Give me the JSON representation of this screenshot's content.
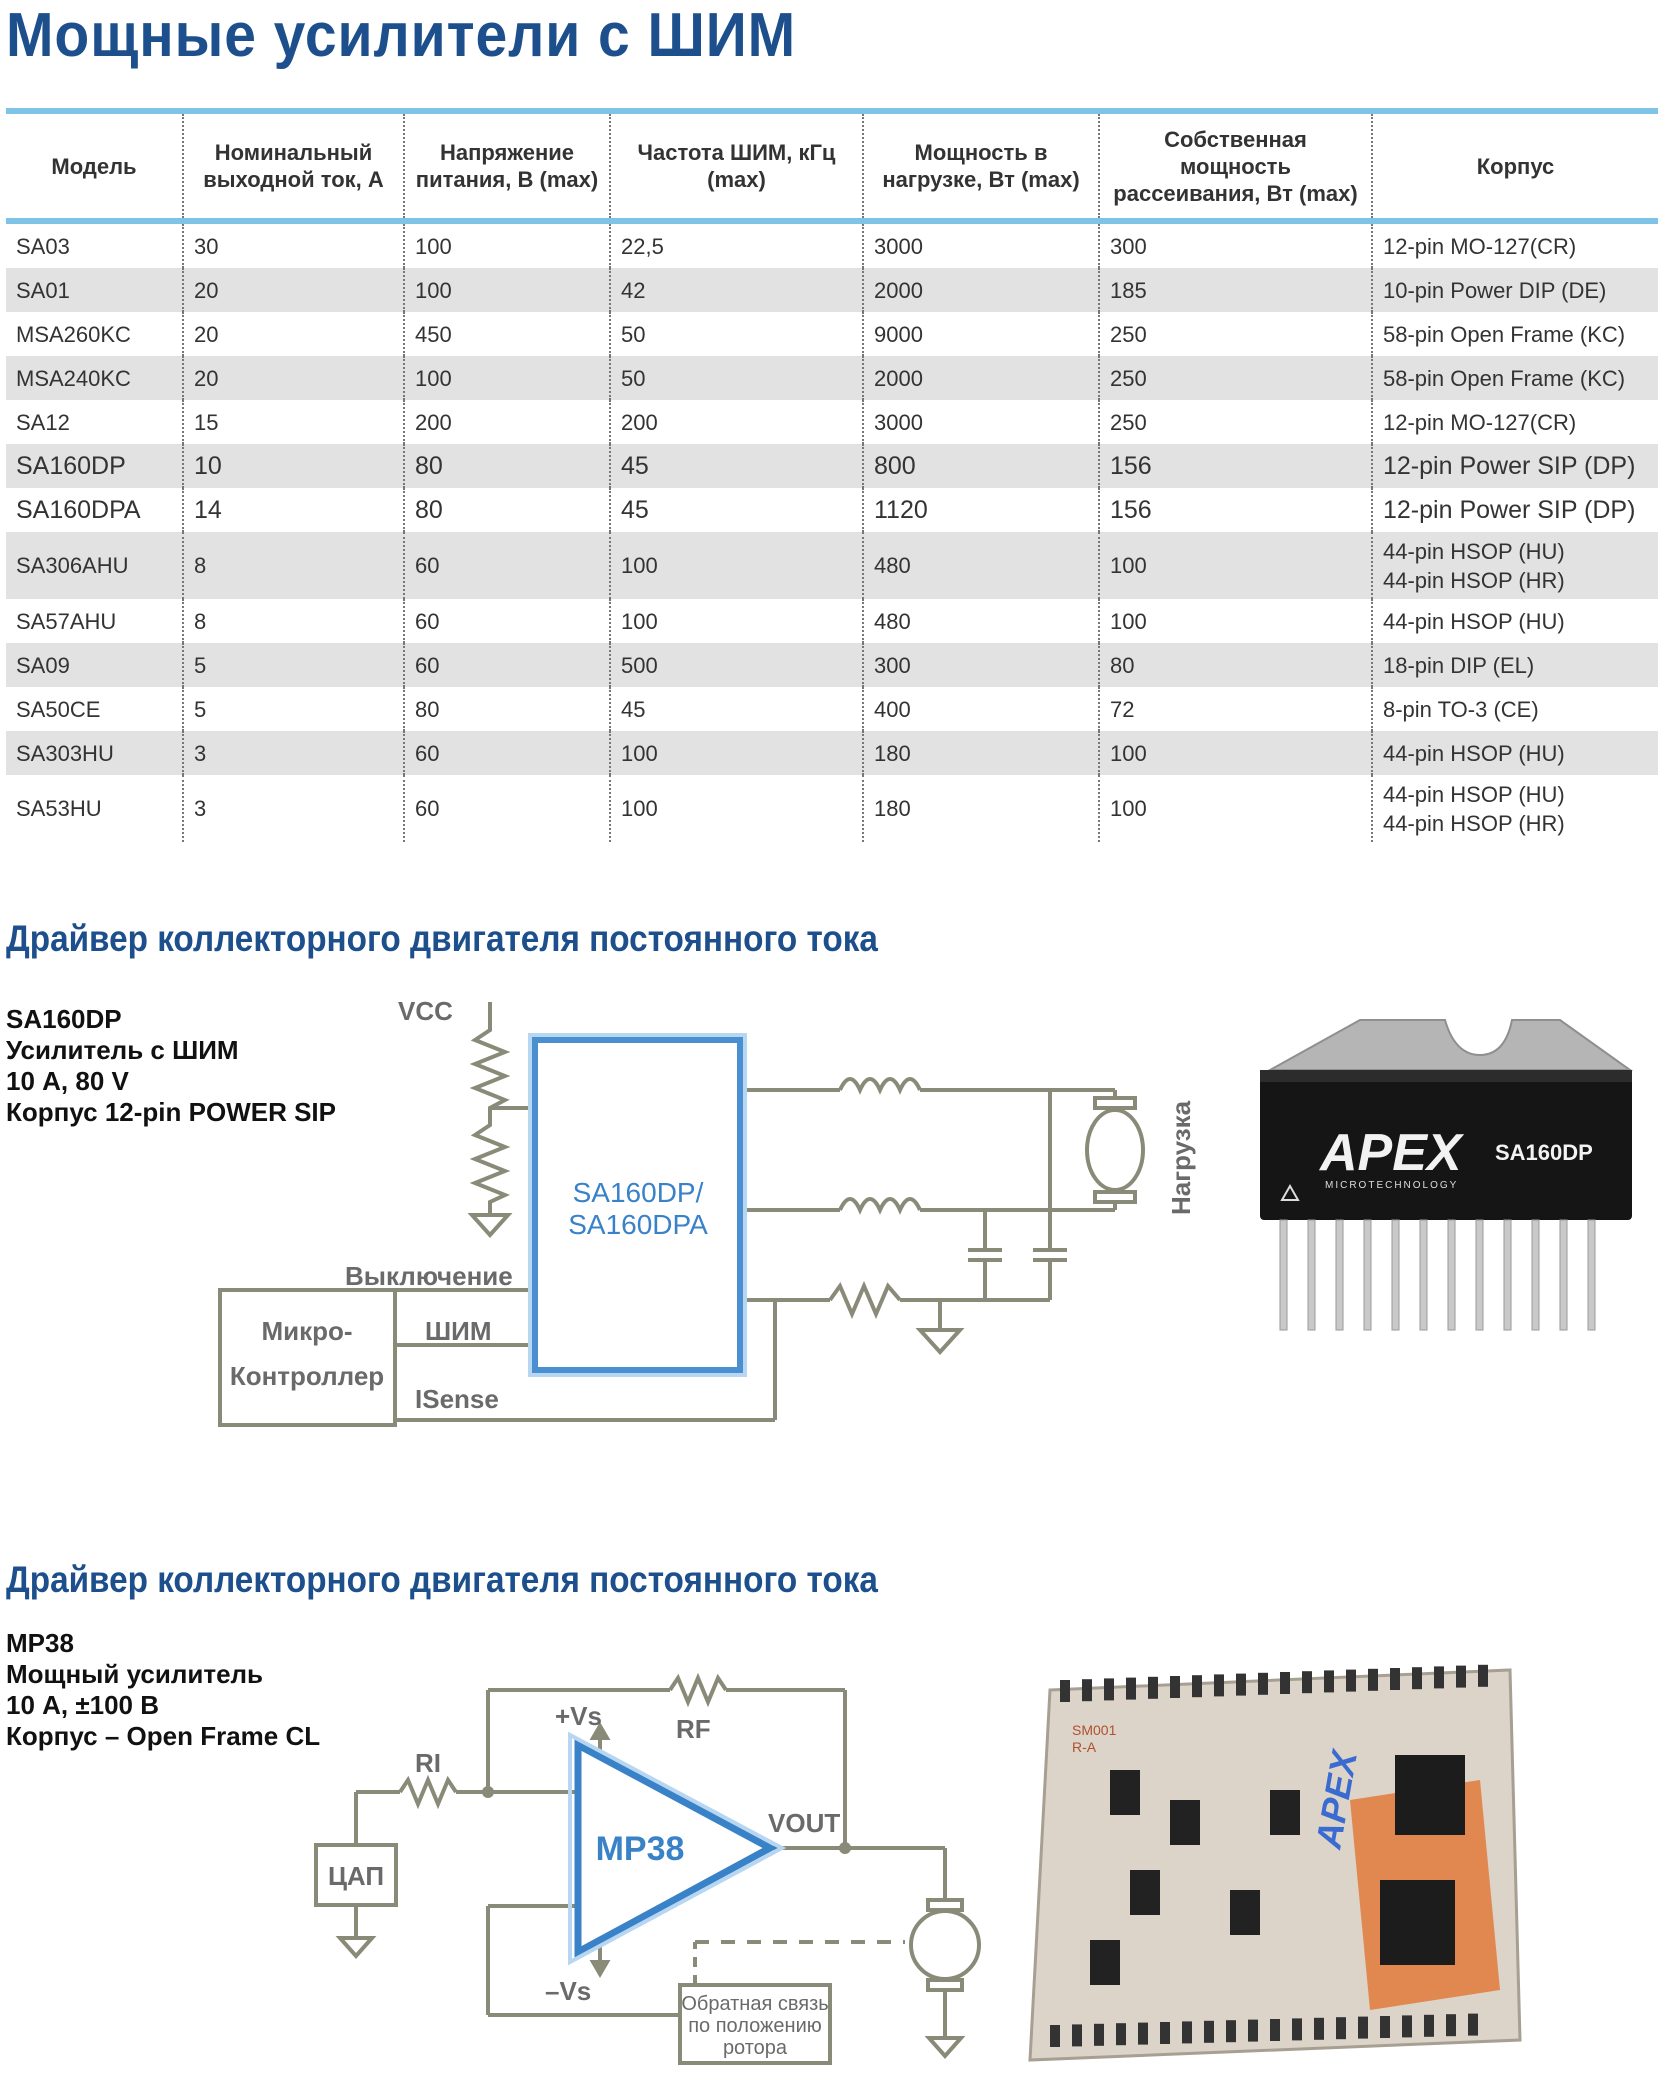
{
  "page_title": "Мощные усилители с ШИМ",
  "table": {
    "headers": [
      "Модель",
      "Номинальный выходной ток, А",
      "Напряжение питания, В (max)",
      "Частота ШИМ, кГц (max)",
      "Мощность в нагрузке, Вт (max)",
      "Собственная мощность рассеивания, Вт (max)",
      "Корпус"
    ],
    "rows": [
      [
        "SA03",
        "30",
        "100",
        "22,5",
        "3000",
        "300",
        "12-pin MO-127(CR)"
      ],
      [
        "SA01",
        "20",
        "100",
        "42",
        "2000",
        "185",
        "10-pin Power DIP (DE)"
      ],
      [
        "MSA260KC",
        "20",
        "450",
        "50",
        "9000",
        "250",
        "58-pin Open Frame (KC)"
      ],
      [
        "MSA240KC",
        "20",
        "100",
        "50",
        "2000",
        "250",
        "58-pin Open Frame (KC)"
      ],
      [
        "SA12",
        "15",
        "200",
        "200",
        "3000",
        "250",
        "12-pin MO-127(CR)"
      ],
      [
        "SA160DP",
        "10",
        "80",
        "45",
        "800",
        "156",
        "12-pin Power SIP (DP)"
      ],
      [
        "SA160DPA",
        "14",
        "80",
        "45",
        "1120",
        "156",
        "12-pin Power SIP (DP)"
      ],
      [
        "SA306AHU",
        "8",
        "60",
        "100",
        "480",
        "100",
        "44-pin HSOP (HU)\n44-pin HSOP (HR)"
      ],
      [
        "SA57AHU",
        "8",
        "60",
        "100",
        "480",
        "100",
        "44-pin HSOP (HU)"
      ],
      [
        "SA09",
        "5",
        "60",
        "500",
        "300",
        "80",
        "18-pin DIP (EL)"
      ],
      [
        "SA50CE",
        "5",
        "80",
        "45",
        "400",
        "72",
        "8-pin TO-3 (CE)"
      ],
      [
        "SA303HU",
        "3",
        "60",
        "100",
        "180",
        "100",
        "44-pin HSOP (HU)"
      ],
      [
        "SA53HU",
        "3",
        "60",
        "100",
        "180",
        "100",
        "44-pin HSOP (HU)\n44-pin HSOP (HR)"
      ]
    ]
  },
  "section1": {
    "title": "Драйвер коллекторного двигателя постоянного тока",
    "spec": [
      "SA160DP",
      "Усилитель с ШИМ",
      "10 А, 80 V",
      "Корпус 12-pin POWER SIP"
    ],
    "diagram": {
      "vcc": "VCC",
      "chip_line1": "SA160DP/",
      "chip_line2": "SA160DPA",
      "load": "Нагрузка",
      "shutdown": "Выключение",
      "mcu_line1": "Микро-",
      "mcu_line2": "Контроллер",
      "pwm": "ШИМ",
      "isense": "ISense"
    },
    "photo": {
      "brand": "APEX",
      "brand_sub": "MICROTECHNOLOGY",
      "part": "SA160DP"
    }
  },
  "section2": {
    "title": "Драйвер коллекторного двигателя постоянного тока",
    "spec": [
      "MP38",
      "Мощный усилитель",
      "10 А, ±100 В",
      "Корпус – Open Frame CL"
    ],
    "diagram": {
      "chip": "MP38",
      "vs_plus": "+Vs",
      "vs_minus": "–Vs",
      "rf": "RF",
      "ri": "RI",
      "vout": "VOUT",
      "dac": "ЦАП",
      "fb_line1": "Обратная связь",
      "fb_line2": "по положению",
      "fb_line3": "ротора"
    },
    "photo": {
      "brand": "APEX",
      "silk1": "SM001",
      "silk2": "R-A"
    }
  }
}
